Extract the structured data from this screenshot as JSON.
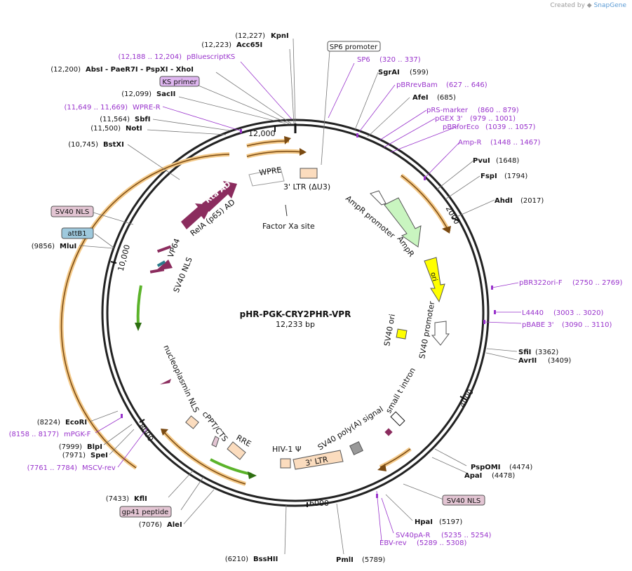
{
  "credit": {
    "prefix": "Created by",
    "brand": "SnapGene"
  },
  "plasmid": {
    "name": "pHR-PGK-CRY2PHR-VPR",
    "size_label": "12,233 bp"
  },
  "ticks": [
    {
      "label": "2000",
      "bp": 2000
    },
    {
      "label": "4000",
      "bp": 4000
    },
    {
      "label": "6000",
      "bp": 6000
    },
    {
      "label": "8000",
      "bp": 8000
    },
    {
      "label": "10,000",
      "bp": 10000
    },
    {
      "label": "12,000",
      "bp": 12000
    }
  ],
  "sites": [
    {
      "name": "KpnI",
      "pos": "(12,227)"
    },
    {
      "name": "Acc65I",
      "pos": "(12,223)"
    },
    {
      "name": "pBluescriptKS",
      "pos": "(12,188 .. 12,204)",
      "kind": "primer"
    },
    {
      "name": "AbsI  - PaeR7I  - PspXI  - XhoI",
      "pos": "(12,200)"
    },
    {
      "name": "KS primer",
      "kind": "boxed-primer"
    },
    {
      "name": "SacII",
      "pos": "(12,099)"
    },
    {
      "name": "WPRE-R",
      "pos": "(11,649 .. 11,669)",
      "kind": "primer"
    },
    {
      "name": "SbfI",
      "pos": "(11,564)"
    },
    {
      "name": "NotI",
      "pos": "(11,500)"
    },
    {
      "name": "BstXI",
      "pos": "(10,745)"
    },
    {
      "name": "SV40 NLS",
      "kind": "boxed-feature"
    },
    {
      "name": "attB1",
      "kind": "boxed-attb"
    },
    {
      "name": "MluI",
      "pos": "(9856)"
    },
    {
      "name": "EcoRI",
      "pos": "(8224)"
    },
    {
      "name": "mPGK-F",
      "pos": "(8158 .. 8177)",
      "kind": "primer"
    },
    {
      "name": "BlpI",
      "pos": "(7999)"
    },
    {
      "name": "SpeI",
      "pos": "(7971)"
    },
    {
      "name": "MSCV-rev",
      "pos": "(7761 .. 7784)",
      "kind": "primer"
    },
    {
      "name": "KflI",
      "pos": "(7433)"
    },
    {
      "name": "gp41 peptide",
      "kind": "boxed-feature"
    },
    {
      "name": "AleI",
      "pos": "(7076)"
    },
    {
      "name": "BssHII",
      "pos": "(6210)"
    },
    {
      "name": "PmlI",
      "pos": "(5789)"
    },
    {
      "name": "SV40pA-R",
      "pos": "(5235 .. 5254)",
      "kind": "primer"
    },
    {
      "name": "EBV-rev",
      "pos": "(5289 .. 5308)",
      "kind": "primer"
    },
    {
      "name": "HpaI",
      "pos": "(5197)"
    },
    {
      "name": "SV40 NLS",
      "kind": "boxed-feature"
    },
    {
      "name": "ApaI",
      "pos": "(4478)"
    },
    {
      "name": "PspOMI",
      "pos": "(4474)"
    },
    {
      "name": "AvrII",
      "pos": "(3409)"
    },
    {
      "name": "SfiI",
      "pos": "(3362)"
    },
    {
      "name": "pBABE 3'",
      "pos": "(3090 .. 3110)",
      "kind": "primer"
    },
    {
      "name": "L4440",
      "pos": "(3003 .. 3020)",
      "kind": "primer"
    },
    {
      "name": "pBR322ori-F",
      "pos": "(2750 .. 2769)",
      "kind": "primer"
    },
    {
      "name": "AhdI",
      "pos": "(2017)"
    },
    {
      "name": "FspI",
      "pos": "(1794)"
    },
    {
      "name": "PvuI",
      "pos": "(1648)"
    },
    {
      "name": "Amp-R",
      "pos": "(1448 .. 1467)",
      "kind": "primer"
    },
    {
      "name": "pBRforEco",
      "pos": "(1039 .. 1057)",
      "kind": "primer"
    },
    {
      "name": "pGEX 3'",
      "pos": "(979 .. 1001)",
      "kind": "primer"
    },
    {
      "name": "pRS-marker",
      "pos": "(860 .. 879)",
      "kind": "primer"
    },
    {
      "name": "AfeI",
      "pos": "(685)"
    },
    {
      "name": "pBRrevBam",
      "pos": "(627 .. 646)",
      "kind": "primer"
    },
    {
      "name": "SgrAI",
      "pos": "(599)"
    },
    {
      "name": "SP6",
      "pos": "(320 .. 337)",
      "kind": "primer"
    },
    {
      "name": "SP6 promoter",
      "kind": "boxed-promoter"
    }
  ],
  "features": [
    "WPRE",
    "3' LTR (ΔU3)",
    "Factor Xa site",
    "Rta AD",
    "RelA (p65) AD",
    "VP64",
    "SV40 NLS",
    "AmpR promoter",
    "AmpR",
    "ori",
    "SV40 ori",
    "SV40 promoter",
    "small t intron",
    "SV40 poly(A) signal",
    "3' LTR",
    "HIV-1 Ψ",
    "RRE",
    "cPPT/CTS",
    "nucleoplasmin NLS"
  ],
  "colors": {
    "primer": "#9933cc",
    "site": "#111111",
    "ring": "#1f1f1f",
    "orf": "#e8a23b",
    "orf_border": "#f4c988",
    "rta": "#8b2c5e",
    "ampr": "#c9f5c0",
    "ori": "#ffff00",
    "ltr": "#fbdcbe",
    "nls": "#8b2c5e",
    "green_arrow": "#5bb32a",
    "box_pink": "#e3c5d3",
    "box_blue": "#9ec9dd",
    "box_violet": "#dfb6f0",
    "gray_box": "#999999"
  }
}
